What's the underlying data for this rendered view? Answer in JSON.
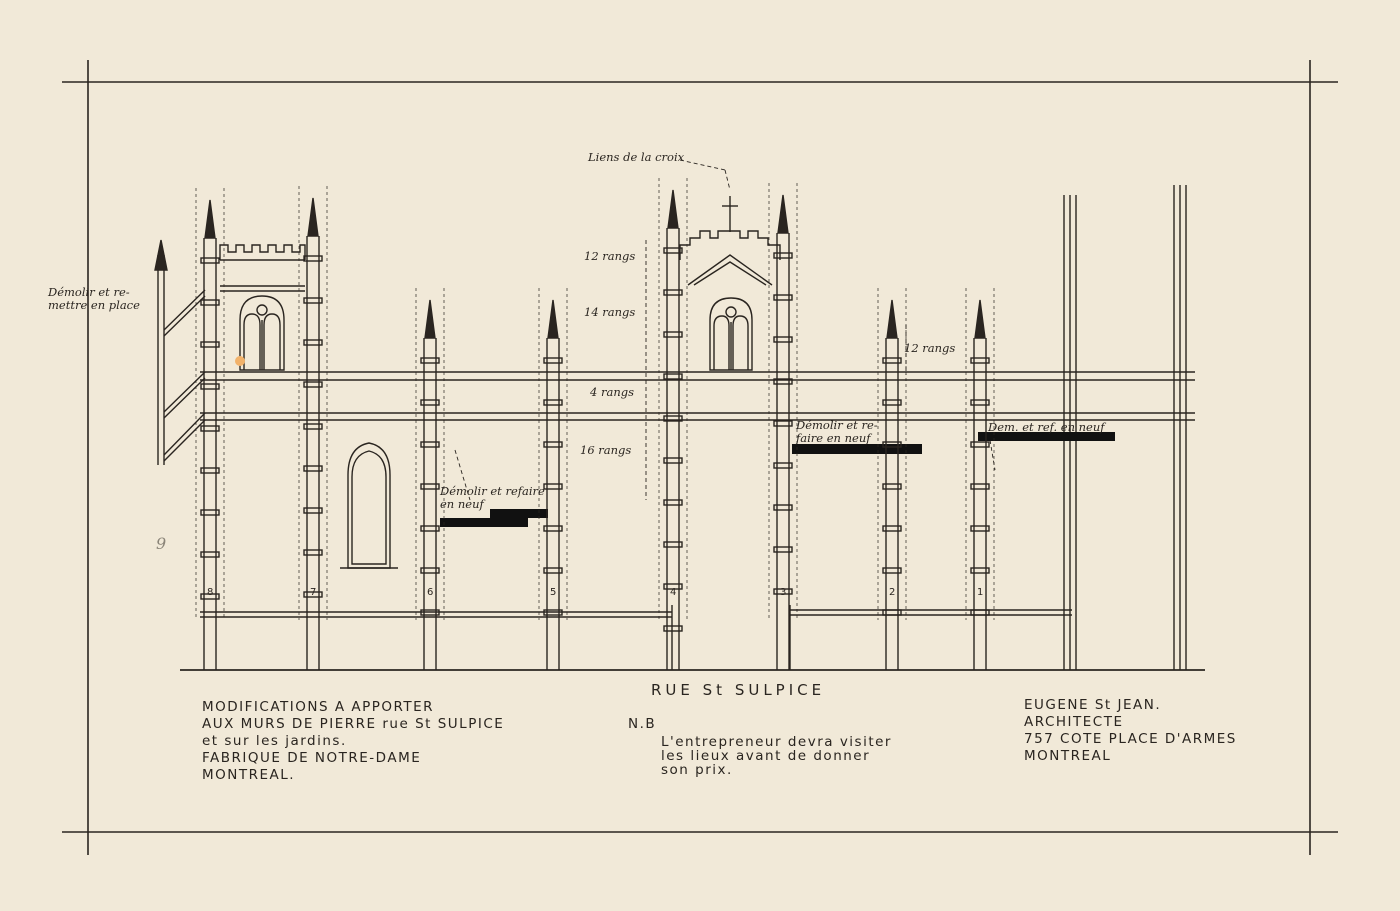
{
  "title_block": {
    "line1": "MODIFICATIONS A APPORTER",
    "line2": "AUX MURS DE PIERRE rue St SULPICE",
    "line3": "et sur les jardins.",
    "line4": "FABRIQUE DE NOTRE-DAME",
    "line5": "MONTREAL."
  },
  "note": {
    "heading": "N.B",
    "line1": "L'entrepreneur devra visiter",
    "line2": "les lieux avant de donner",
    "line3": "son prix."
  },
  "architect": {
    "line1": "EUGENE St JEAN.",
    "line2": "ARCHITECTE",
    "line3": "757 COTE  PLACE D'ARMES",
    "line4": "MONTREAL"
  },
  "street_label": "RUE  St SULPICE",
  "annotations": {
    "liens_croix": "Liens de la croix",
    "demolir_remettre_1": "Démolir et re-",
    "demolir_remettre_2": "mettre en place",
    "rangs_12_a": "12 rangs",
    "rangs_14": "14 rangs",
    "rangs_4": "4 rangs",
    "rangs_16": "16 rangs",
    "rangs_12_b": "12 rangs",
    "demolir_refaire_1a": "Démolir et refaire",
    "demolir_refaire_1b": "en neuf",
    "demolir_refaire_2a": "Démolir et re-",
    "demolir_refaire_2b": "faire en neuf",
    "dem_ref": "Dem. et ref. en neuf",
    "page_mark": "9"
  },
  "pier_numbers": [
    "8",
    "7",
    "6",
    "5",
    "4",
    "3",
    "2",
    "1"
  ],
  "colors": {
    "paper": "#f1e9d8",
    "ink": "#2a2520",
    "redaction": "#111111"
  }
}
